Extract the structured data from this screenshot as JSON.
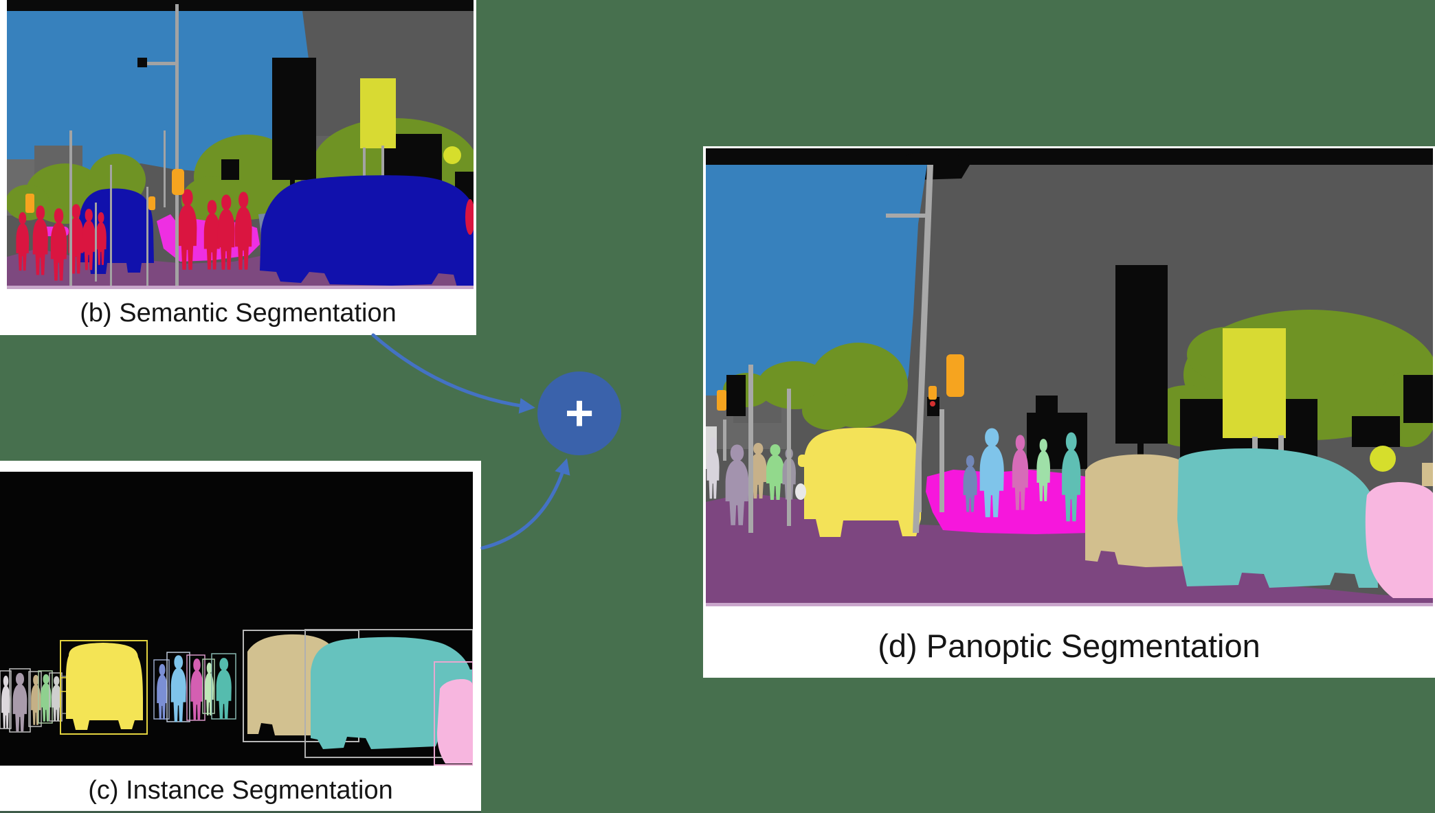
{
  "figure": {
    "background_color": "#47704E",
    "panel_background": "#FFFFFF",
    "caption_text_color": "#151515",
    "panels": [
      {
        "id": "b",
        "caption": "(b) Semantic Segmentation"
      },
      {
        "id": "c",
        "caption": "(c) Instance Segmentation"
      },
      {
        "id": "d",
        "caption": "(d) Panoptic Segmentation"
      }
    ],
    "operator": {
      "symbol": "+",
      "fill_color": "#3A62AB",
      "symbol_color": "#FFFFFF"
    },
    "arrows": {
      "color": "#4472C4",
      "count": 2,
      "from": [
        "semantic-segmentation-panel",
        "instance-segmentation-panel"
      ],
      "to": "plus-operator"
    },
    "class_colors": {
      "road": "#7D497F",
      "sidewalk": "#EE2FE2",
      "building": "#585858",
      "sky": "#3781BD",
      "vegetation": "#6F9324",
      "traffic_sign": "#D8DA33",
      "traffic_light": "#F6A41F",
      "pole": "#A3A3A3",
      "person": "#DA1540",
      "car": "#1111AC",
      "unlabeled": "#0A0A0A"
    },
    "instance_colors": {
      "car_instances": [
        "#F4E455",
        "#D2C190",
        "#66C2BE",
        "#F7B6DF"
      ],
      "person_instances": [
        "#A99BAB",
        "#C5B086",
        "#8FD08F",
        "#7FC4EA",
        "#D45FB2",
        "#55BCAE",
        "#7B8FD4",
        "#BFE8B8"
      ]
    }
  }
}
